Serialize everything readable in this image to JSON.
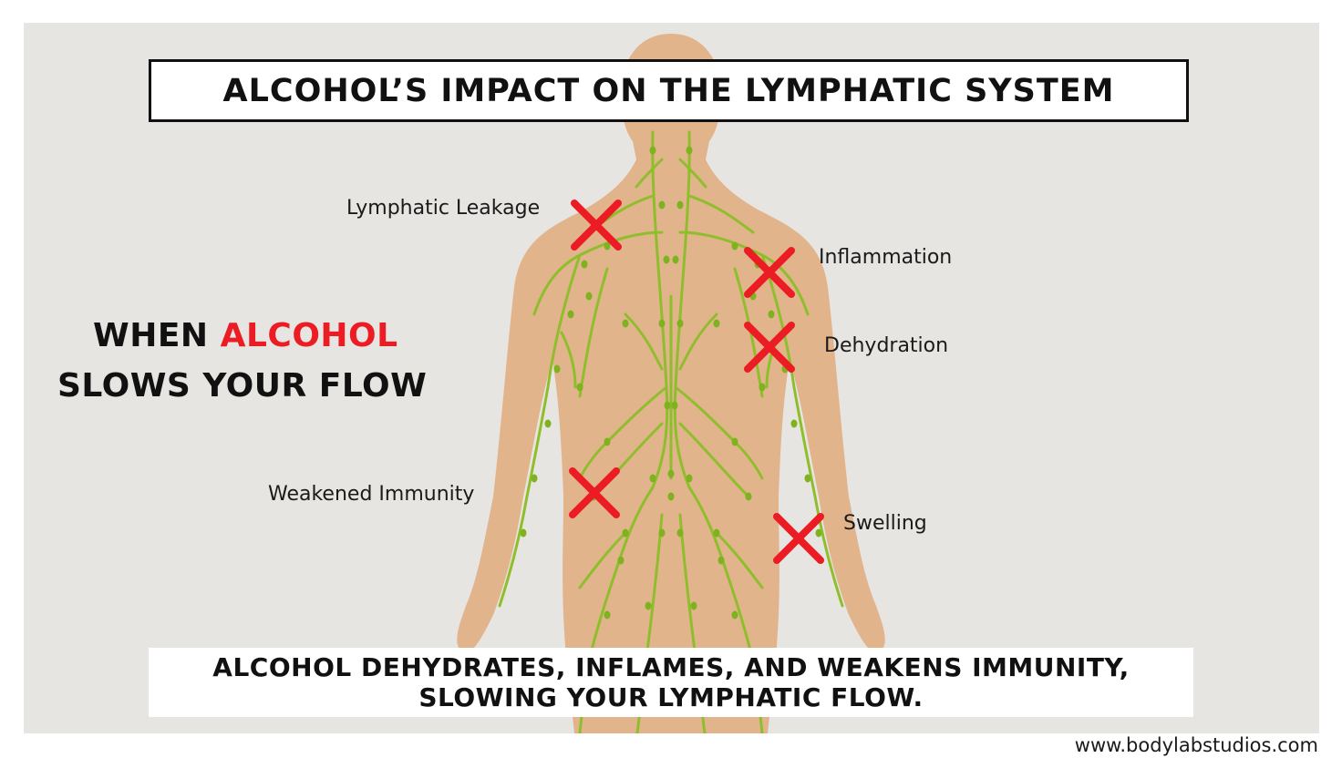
{
  "title": "ALCOHOL’S IMPACT ON THE LYMPHATIC SYSTEM",
  "heading": {
    "line1_prefix": "WHEN ",
    "line1_accent": "ALCOHOL",
    "line2": "SLOWS YOUR FLOW"
  },
  "markers": [
    {
      "id": "lymphatic-leakage",
      "label": "Lymphatic Leakage"
    },
    {
      "id": "inflammation",
      "label": "Inflammation"
    },
    {
      "id": "dehydration",
      "label": "Dehydration"
    },
    {
      "id": "weakened-immunity",
      "label": "Weakened Immunity"
    },
    {
      "id": "swelling",
      "label": "Swelling"
    }
  ],
  "summary": {
    "line1": "ALCOHOL DEHYDRATES, INFLAMES, AND WEAKENS IMMUNITY,",
    "line2": "SLOWING YOUR LYMPHATIC FLOW."
  },
  "website": "www.bodylabstudios.com",
  "colors": {
    "background": "#e7e5e1",
    "skin": "#e2b48c",
    "vessel": "#8fbe2c",
    "node": "#7fb21f",
    "cross": "#ec1c24",
    "accent": "#ec1c24",
    "text": "#111111"
  }
}
